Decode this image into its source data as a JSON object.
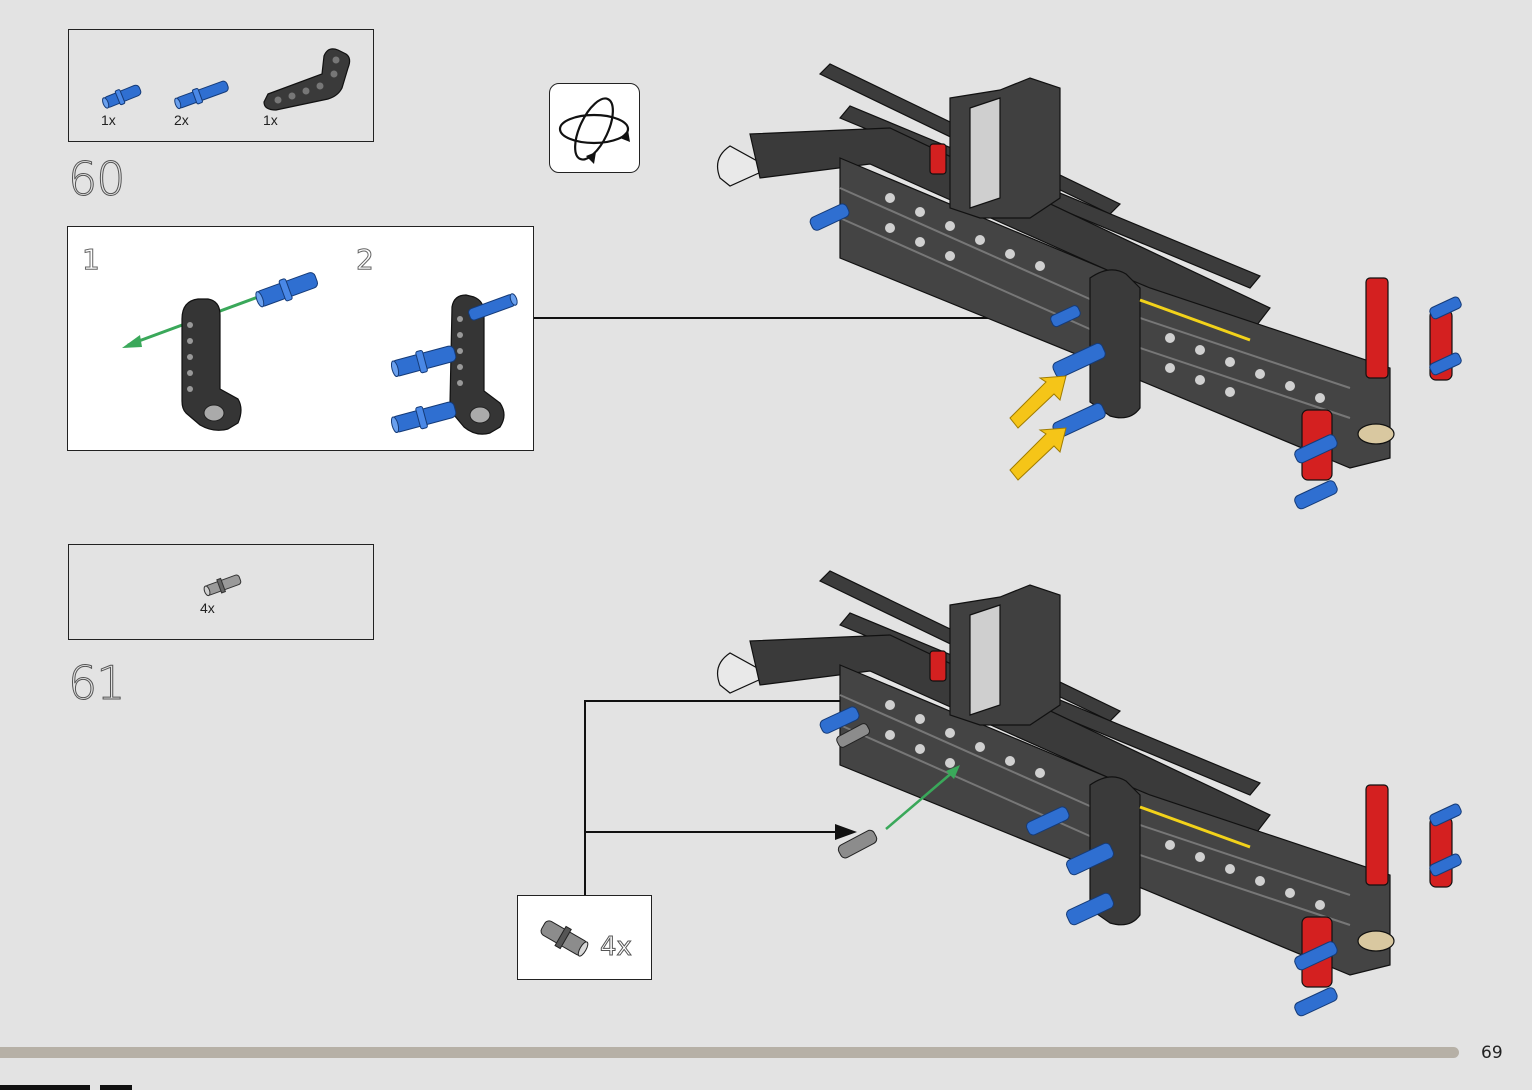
{
  "step60": {
    "number": "60",
    "parts": [
      {
        "icon": "blue-pin-icon",
        "qty": "1x"
      },
      {
        "icon": "blue-long-pin-icon",
        "qty": "2x"
      },
      {
        "icon": "black-l-beam-icon",
        "qty": "1x"
      }
    ],
    "subassembly": {
      "sub1": "1",
      "sub2": "2"
    }
  },
  "step61": {
    "number": "61",
    "parts": [
      {
        "icon": "grey-axle-pin-icon",
        "qty": "4x"
      }
    ],
    "callout_qty": "4x"
  },
  "page": {
    "number": "69"
  },
  "colors": {
    "background": "#e3e3e3",
    "beam": "#3a3a3a",
    "pin_blue": "#2f6fd1",
    "red": "#d42020",
    "arrow_yellow": "#f5c518",
    "arrow_green": "#3aa85a",
    "bar": "#b6b0a6"
  }
}
